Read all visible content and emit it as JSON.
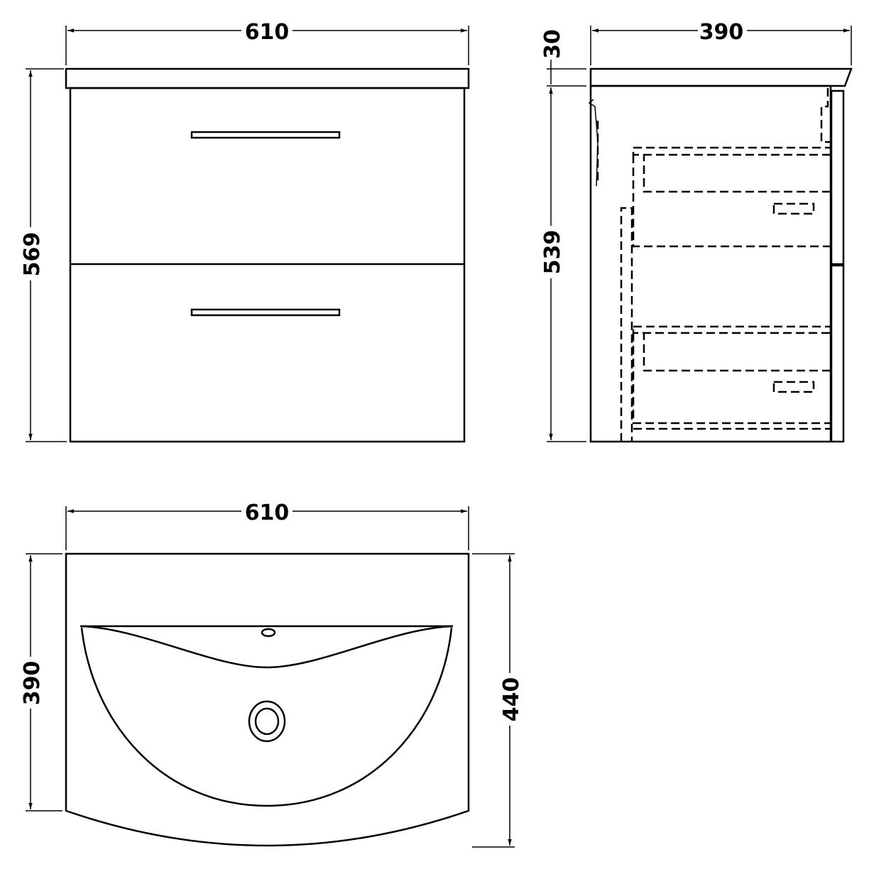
{
  "front_view": {
    "width_label": "610",
    "height_label": "569",
    "drawers": 2
  },
  "side_view": {
    "depth_label": "390",
    "top_thickness_label": "30",
    "body_height_label": "539"
  },
  "plan_view": {
    "width_label": "610",
    "depth_label": "390",
    "overall_depth_label": "440"
  },
  "line_color": "#000000",
  "background": "#ffffff"
}
